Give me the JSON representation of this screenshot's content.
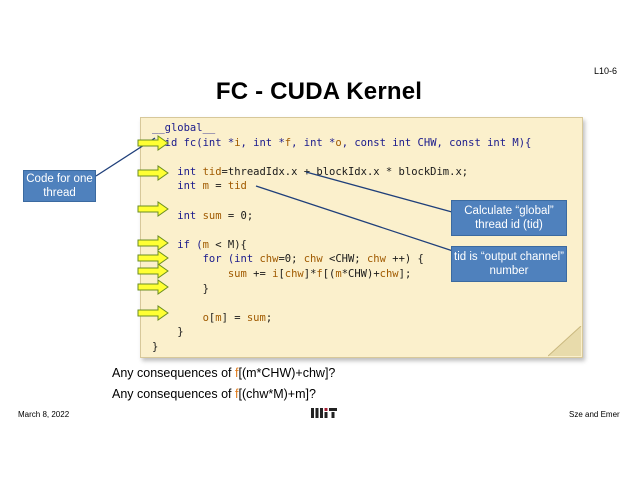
{
  "slide_number": "L10-6",
  "title": "FC - CUDA Kernel",
  "code": {
    "line1": "__global__",
    "line2": [
      {
        "t": "void fc(",
        "c": "k"
      },
      {
        "t": "int *",
        "c": "k"
      },
      {
        "t": "i",
        "c": "v"
      },
      {
        "t": ", int *",
        "c": "k"
      },
      {
        "t": "f",
        "c": "v"
      },
      {
        "t": ", int *",
        "c": "k"
      },
      {
        "t": "o",
        "c": "v"
      },
      {
        "t": ", const int CHW, const int M){",
        "c": "k"
      }
    ],
    "line3": [
      {
        "t": "    int ",
        "c": "k"
      },
      {
        "t": "tid",
        "c": "v"
      },
      {
        "t": "=threadIdx.x + blockIdx.x * blockDim.x;",
        "c": "p"
      }
    ],
    "line4": [
      {
        "t": "    int ",
        "c": "k"
      },
      {
        "t": "m",
        "c": "v"
      },
      {
        "t": " = ",
        "c": "p"
      },
      {
        "t": "tid",
        "c": "v"
      }
    ],
    "line5": [
      {
        "t": "    int ",
        "c": "k"
      },
      {
        "t": "sum",
        "c": "v"
      },
      {
        "t": " = 0;",
        "c": "p"
      }
    ],
    "line6": [
      {
        "t": "    if (",
        "c": "k"
      },
      {
        "t": "m",
        "c": "v"
      },
      {
        "t": " < M){",
        "c": "p"
      }
    ],
    "line7": [
      {
        "t": "        for (int ",
        "c": "k"
      },
      {
        "t": "chw",
        "c": "v"
      },
      {
        "t": "=0; ",
        "c": "p"
      },
      {
        "t": "chw",
        "c": "v"
      },
      {
        "t": " <CHW; ",
        "c": "p"
      },
      {
        "t": "chw",
        "c": "v"
      },
      {
        "t": " ++) {",
        "c": "p"
      }
    ],
    "line8": [
      {
        "t": "            ",
        "c": "p"
      },
      {
        "t": "sum",
        "c": "v"
      },
      {
        "t": " += ",
        "c": "p"
      },
      {
        "t": "i",
        "c": "v"
      },
      {
        "t": "[",
        "c": "p"
      },
      {
        "t": "chw",
        "c": "v"
      },
      {
        "t": "]*",
        "c": "p"
      },
      {
        "t": "f",
        "c": "v"
      },
      {
        "t": "[(",
        "c": "p"
      },
      {
        "t": "m",
        "c": "v"
      },
      {
        "t": "*CHW)+",
        "c": "p"
      },
      {
        "t": "chw",
        "c": "v"
      },
      {
        "t": "];",
        "c": "p"
      }
    ],
    "line9": [
      {
        "t": "        }",
        "c": "p"
      }
    ],
    "line10": [
      {
        "t": "        ",
        "c": "p"
      },
      {
        "t": "o",
        "c": "v"
      },
      {
        "t": "[",
        "c": "p"
      },
      {
        "t": "m",
        "c": "v"
      },
      {
        "t": "] = ",
        "c": "p"
      },
      {
        "t": "sum",
        "c": "v"
      },
      {
        "t": ";",
        "c": "p"
      }
    ],
    "line11": [
      {
        "t": "    }",
        "c": "p"
      }
    ],
    "line12": [
      {
        "t": "}",
        "c": "p"
      }
    ]
  },
  "callouts": {
    "thread": "Code for one thread",
    "tid": "Calculate “global” thread id (tid)",
    "channel": "tid is “output channel” number"
  },
  "questions": {
    "q1_prefix": "Any consequences of ",
    "q1_f": "f",
    "q1_suffix": "[(m*CHW)+chw]?",
    "q2_prefix": "Any consequences of ",
    "q2_f": "f",
    "q2_suffix": "[(chw*M)+m]?"
  },
  "footer": {
    "date": "March 8, 2022",
    "authors": "Sze and Emer"
  },
  "colors": {
    "arrow_fill": "#ffff33",
    "arrow_stroke": "#6b8e23",
    "callout_bg": "#4f81bd",
    "note_bg": "#fbf0cc",
    "code_keyword": "#1a1a8c",
    "code_variable": "#a05a00",
    "question_f": "#e07b1a"
  },
  "icons": {
    "logo": "mit-logo",
    "arrow": "yellow-right-arrow"
  }
}
